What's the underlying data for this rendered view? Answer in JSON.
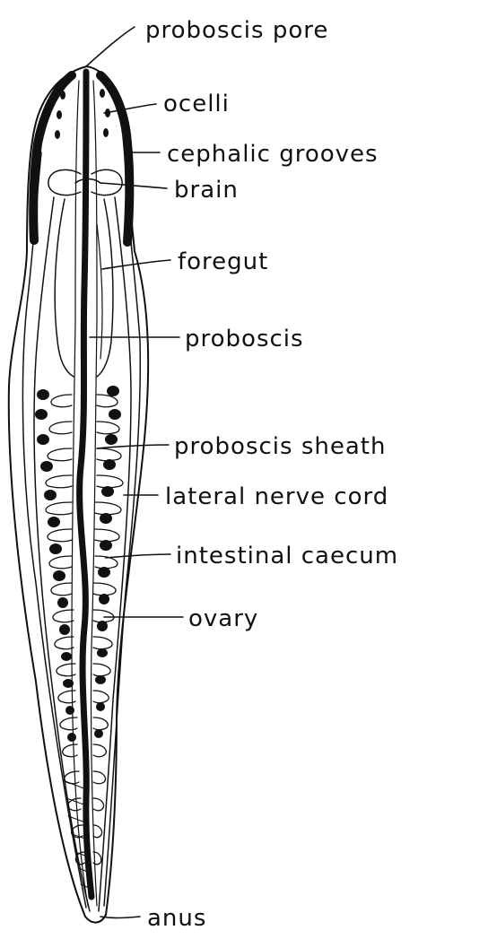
{
  "diagram": {
    "ink_color": "#111111",
    "paper_color": "#ffffff",
    "labels": {
      "proboscis_pore": "proboscis pore",
      "ocelli": "ocelli",
      "cephalic_grooves": "cephalic grooves",
      "brain": "brain",
      "foregut": "foregut",
      "proboscis": "proboscis",
      "proboscis_sheath": "proboscis sheath",
      "lateral_nerve_cord": "lateral nerve cord",
      "intestinal_caecum": "intestinal caecum",
      "ovary": "ovary",
      "anus": "anus"
    }
  }
}
